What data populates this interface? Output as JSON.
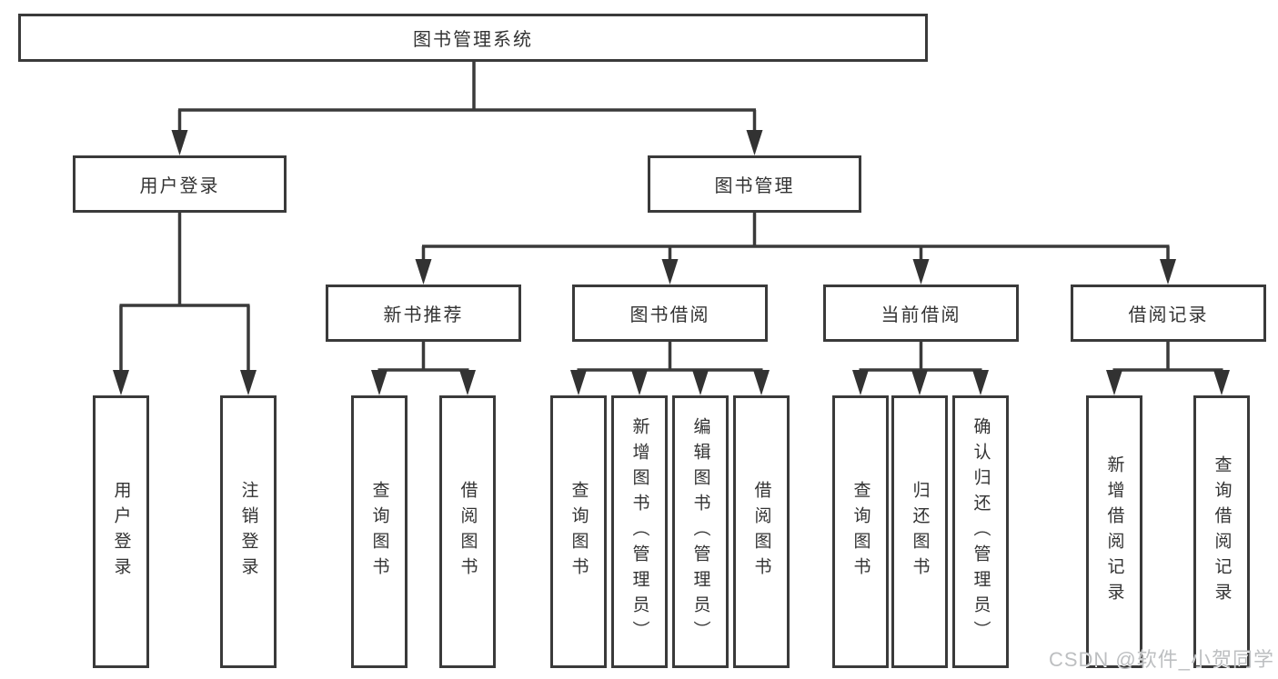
{
  "diagram": {
    "root": "图书管理系统",
    "level2": [
      "用户登录",
      "图书管理"
    ],
    "level3": [
      "新书推荐",
      "图书借阅",
      "当前借阅",
      "借阅记录"
    ],
    "leaves": {
      "user_login": [
        "用户登录",
        "注销登录"
      ],
      "new_book_recommend": [
        "查询图书",
        "借阅图书"
      ],
      "book_borrow": [
        "查询图书",
        "新增图书（管理员）",
        "编辑图书（管理员）",
        "借阅图书"
      ],
      "current_borrow": [
        "查询图书",
        "归还图书",
        "确认归还（管理员）"
      ],
      "borrow_records": [
        "新增借阅记录",
        "查询借阅记录"
      ]
    }
  },
  "watermark": {
    "text": "CSDN @软件_小贺同学"
  },
  "colors": {
    "line": "#3a3a3a",
    "box_border": "#3a3a3a",
    "text": "#333333",
    "background": "#ffffff",
    "watermark": "#bdbfc1"
  }
}
